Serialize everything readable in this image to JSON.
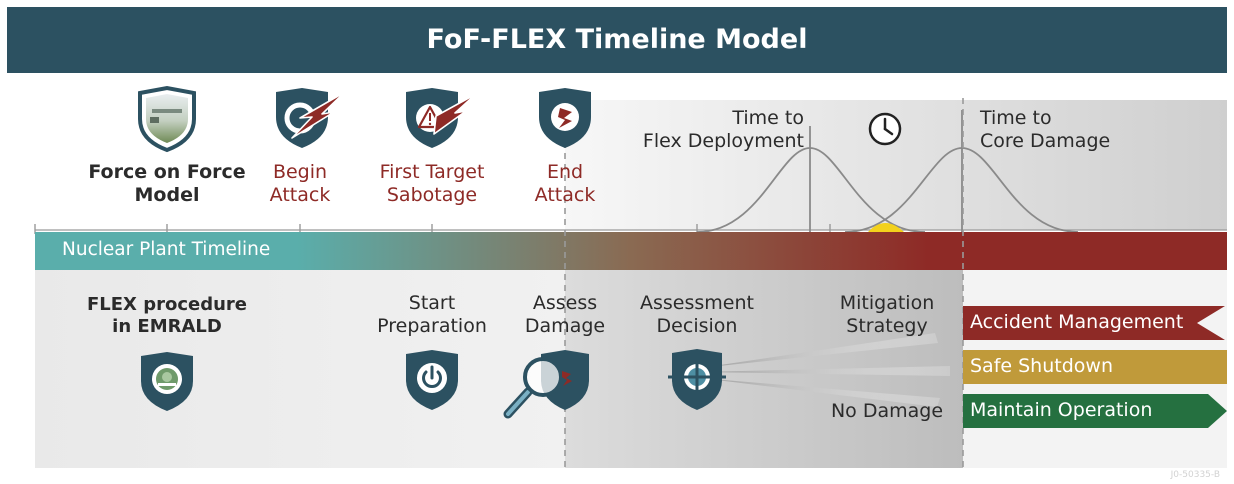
{
  "header": {
    "title": "FoF-FLEX Timeline Model"
  },
  "top_events": [
    {
      "line1": "Force on Force",
      "line2": "Model",
      "icon": "force-on-force-shield-icon"
    },
    {
      "line1": "Begin",
      "line2": "Attack",
      "icon": "begin-attack-shield-icon"
    },
    {
      "line1": "First Target",
      "line2": "Sabotage",
      "icon": "sabotage-warning-shield-icon"
    },
    {
      "line1": "End",
      "line2": "Attack",
      "icon": "end-attack-shield-icon"
    }
  ],
  "distributions": {
    "flex_deployment": {
      "line1": "Time to",
      "line2": "Flex Deployment"
    },
    "core_damage": {
      "line1": "Time to",
      "line2": "Core Damage"
    },
    "clock_icon": "clock-icon",
    "overlap_color": "#f3d11c"
  },
  "timeline": {
    "label": "Nuclear Plant Timeline",
    "start_color": "#5aaeab",
    "end_color": "#8e2a26"
  },
  "bottom_steps": [
    {
      "line1": "FLEX procedure",
      "line2": "in EMRALD",
      "icon": "emrald-logo-shield-icon"
    },
    {
      "line1": "Start",
      "line2": "Preparation",
      "icon": "power-shield-icon"
    },
    {
      "line1": "Assess",
      "line2": "Damage",
      "icon": "magnifier-shield-icon"
    },
    {
      "line1": "Assessment",
      "line2": "Decision",
      "icon": "crosshair-shield-icon"
    }
  ],
  "branches": {
    "mitigation": {
      "line1": "Mitigation",
      "line2": "Strategy"
    },
    "no_damage": "No Damage"
  },
  "outcomes": [
    {
      "label": "Accident Management",
      "color": "#8e2a26"
    },
    {
      "label": "Safe Shutdown",
      "color": "#c09a3a"
    },
    {
      "label": "Maintain Operation",
      "color": "#257040"
    }
  ],
  "colors": {
    "header": "#2c5161",
    "shield": "#2c5161"
  },
  "reference_code": "J0-50335-B"
}
